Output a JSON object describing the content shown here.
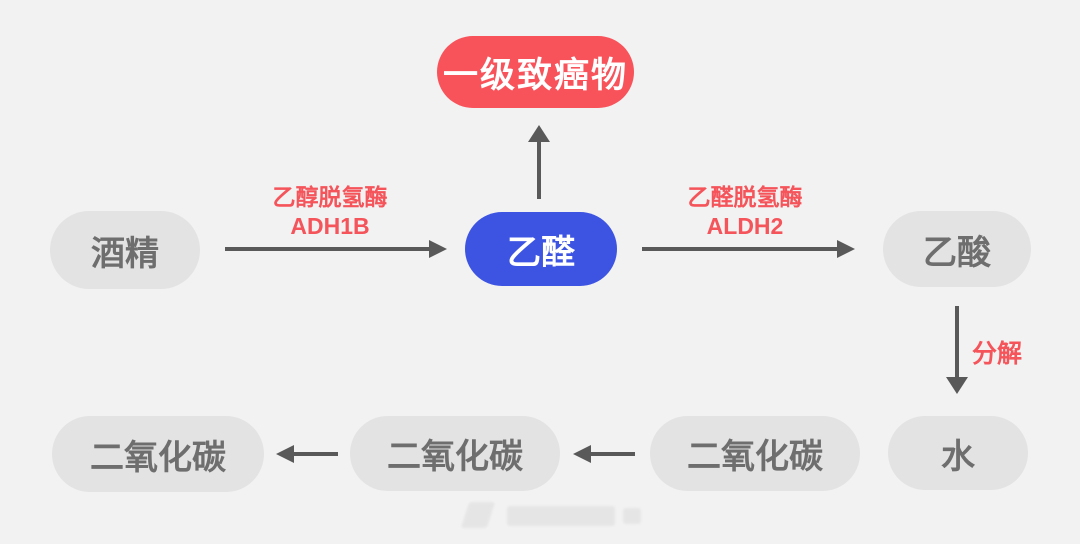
{
  "diagram": {
    "title_semantic": "alcohol-metabolism-pathway",
    "colors": {
      "bg": "#f2f2f2",
      "pill-gray": "#e3e3e3",
      "pill-gray-text": "#6e6e6e",
      "pill-red": "#f8525a",
      "pill-blue": "#3d54e3",
      "pill-light-text": "#ffffff",
      "enzyme-label": "#f4545a",
      "arrow": "#595959"
    },
    "nodes": {
      "carcinogen": {
        "label": "一级致癌物",
        "color": "#f8525a"
      },
      "alcohol": {
        "label": "酒精",
        "color": "#e3e3e3"
      },
      "acetaldehyde": {
        "label": "乙醛",
        "color": "#3d54e3"
      },
      "acetic_acid": {
        "label": "乙酸",
        "color": "#e3e3e3"
      },
      "water": {
        "label": "水",
        "color": "#e3e3e3"
      },
      "co2_right": {
        "label": "二氧化碳",
        "color": "#e3e3e3"
      },
      "co2_middle": {
        "label": "二氧化碳",
        "color": "#e3e3e3"
      },
      "co2_left": {
        "label": "二氧化碳",
        "color": "#e3e3e3"
      }
    },
    "edge_labels": {
      "adh": {
        "line1": "乙醇脱氢酶",
        "line2": "ADH1B"
      },
      "aldh": {
        "line1": "乙醛脱氢酶",
        "line2": "ALDH2"
      },
      "decompose": "分解"
    },
    "edges": [
      {
        "from": "alcohol",
        "to": "acetaldehyde",
        "label": "乙醇脱氢酶 ADH1B",
        "direction": "right"
      },
      {
        "from": "acetaldehyde",
        "to": "carcinogen",
        "label": "",
        "direction": "up"
      },
      {
        "from": "acetaldehyde",
        "to": "acetic_acid",
        "label": "乙醛脱氢酶 ALDH2",
        "direction": "right"
      },
      {
        "from": "acetic_acid",
        "to": "water",
        "label": "分解",
        "direction": "down"
      },
      {
        "from": "co2_right",
        "to": "co2_middle",
        "label": "",
        "direction": "left"
      },
      {
        "from": "co2_middle",
        "to": "co2_left",
        "label": "",
        "direction": "left"
      }
    ]
  }
}
